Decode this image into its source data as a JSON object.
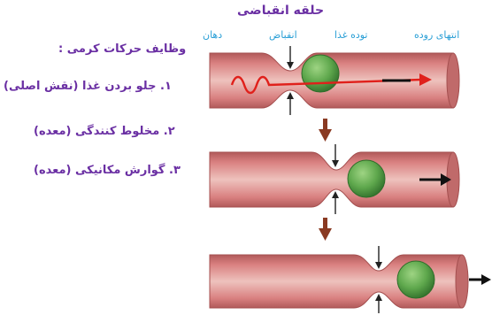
{
  "title": "حلقه انقباضی",
  "labels": {
    "intestine_end": "انتهای روده",
    "food_bolus": "توده غذا",
    "contraction": "انقباض",
    "mouth": "دهان"
  },
  "functions": {
    "heading": "وظایف حرکات کرمی :",
    "items": [
      "۱. جلو بردن غذا (نقش اصلی)",
      "۲. مخلوط کنندگی (معده)",
      "۳. گوارش مکانیکی (معده)"
    ]
  },
  "colors": {
    "tube": "#d98080",
    "tube_dark": "#b15a5a",
    "tube_light": "#eec2bd",
    "bolus": "#5fa84d",
    "bolus_dark": "#2f6e2a",
    "title": "#6a2fa3",
    "header": "#2a9fd6",
    "red_arrow": "#e0201b",
    "down_arrow": "#8a3a22"
  },
  "icons": [
    "red-path-arrow",
    "black-direction-arrow",
    "down-arrow",
    "pinch-arrow"
  ]
}
